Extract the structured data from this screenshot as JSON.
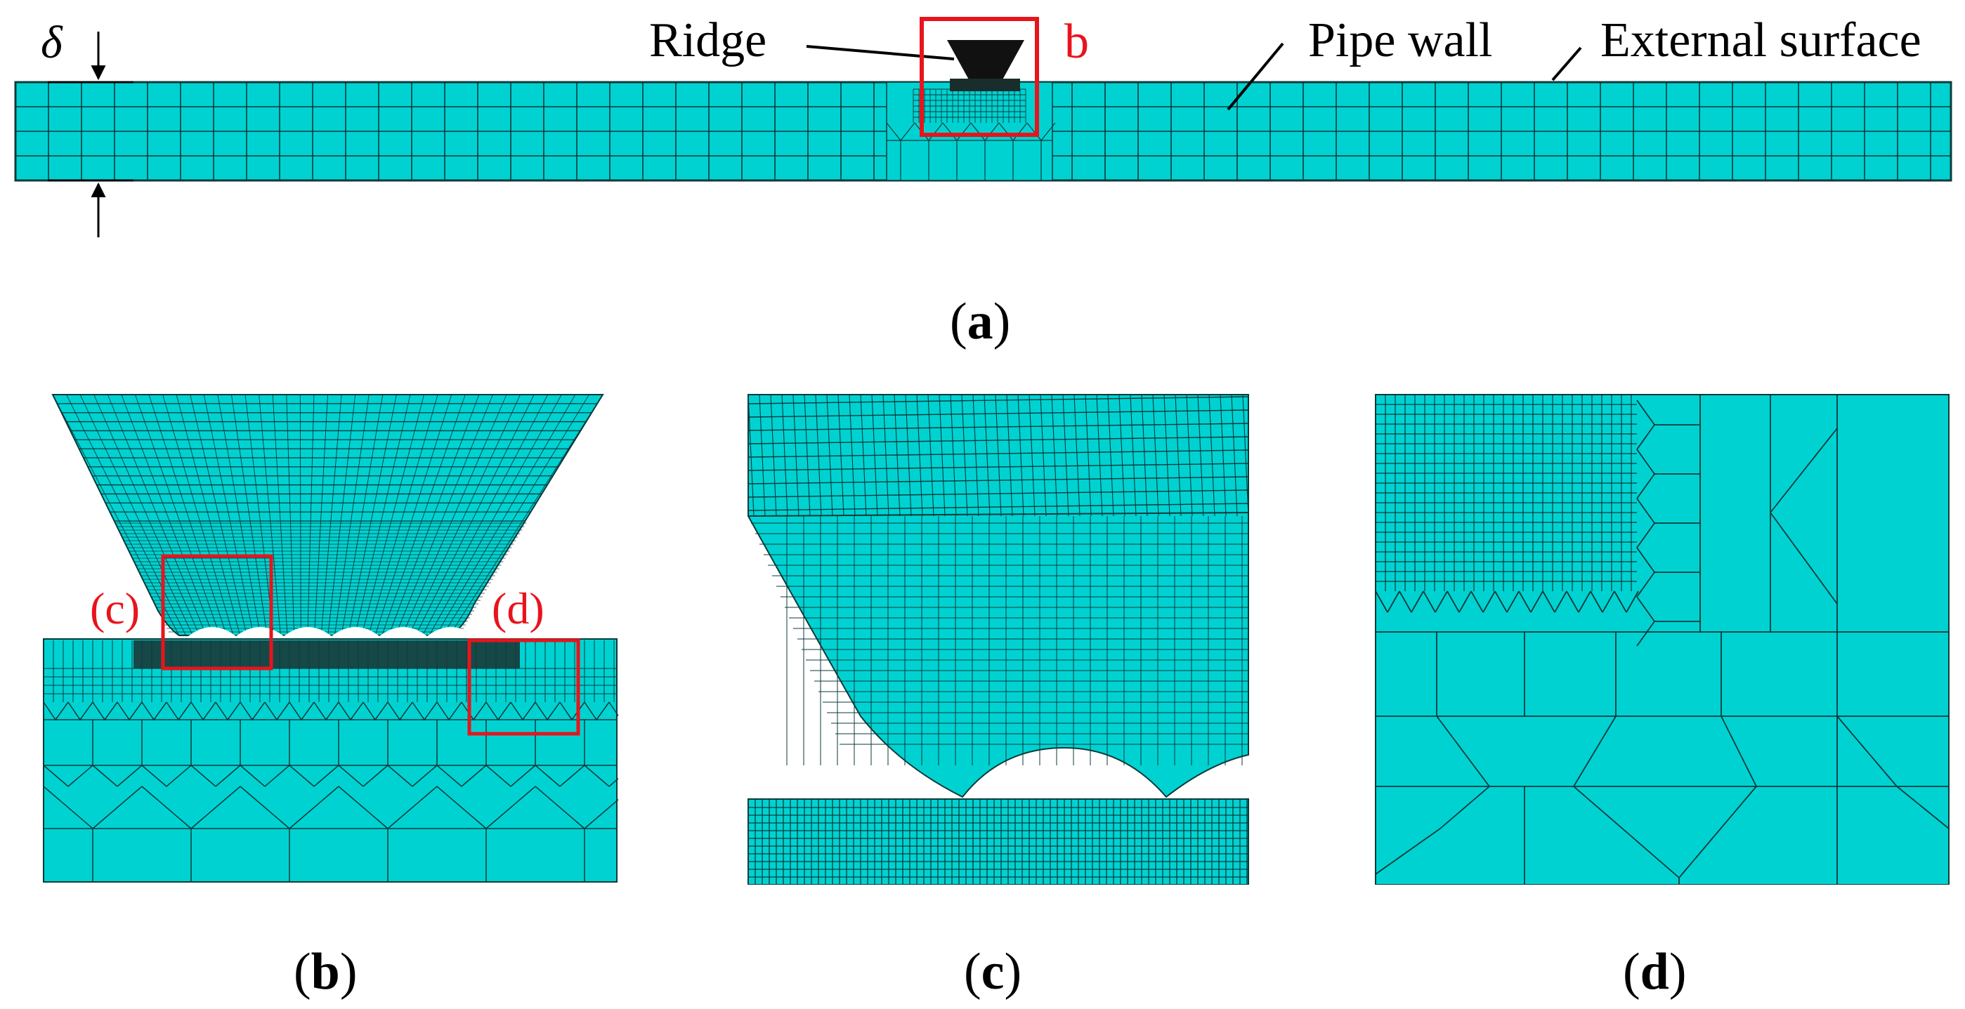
{
  "colors": {
    "mesh_fill": "#00d2d2",
    "mesh_line": "#0b3a3a",
    "ridge": "#111111",
    "highlight": "#e8141c",
    "text": "#000000"
  },
  "panel_a": {
    "delta_symbol": "δ",
    "ridge_label": "Ridge",
    "box_label": "b",
    "pipe_wall_label": "Pipe wall",
    "external_surface_label": "External surface",
    "caption_open": "(",
    "caption_letter": "a",
    "caption_close": ")"
  },
  "panel_b": {
    "box_c_label": "(c)",
    "box_d_label": "(d)",
    "caption_open": "(",
    "caption_letter": "b",
    "caption_close": ")"
  },
  "panel_c": {
    "caption_open": "(",
    "caption_letter": "c",
    "caption_close": ")"
  },
  "panel_d": {
    "caption_open": "(",
    "caption_letter": "d",
    "caption_close": ")"
  }
}
